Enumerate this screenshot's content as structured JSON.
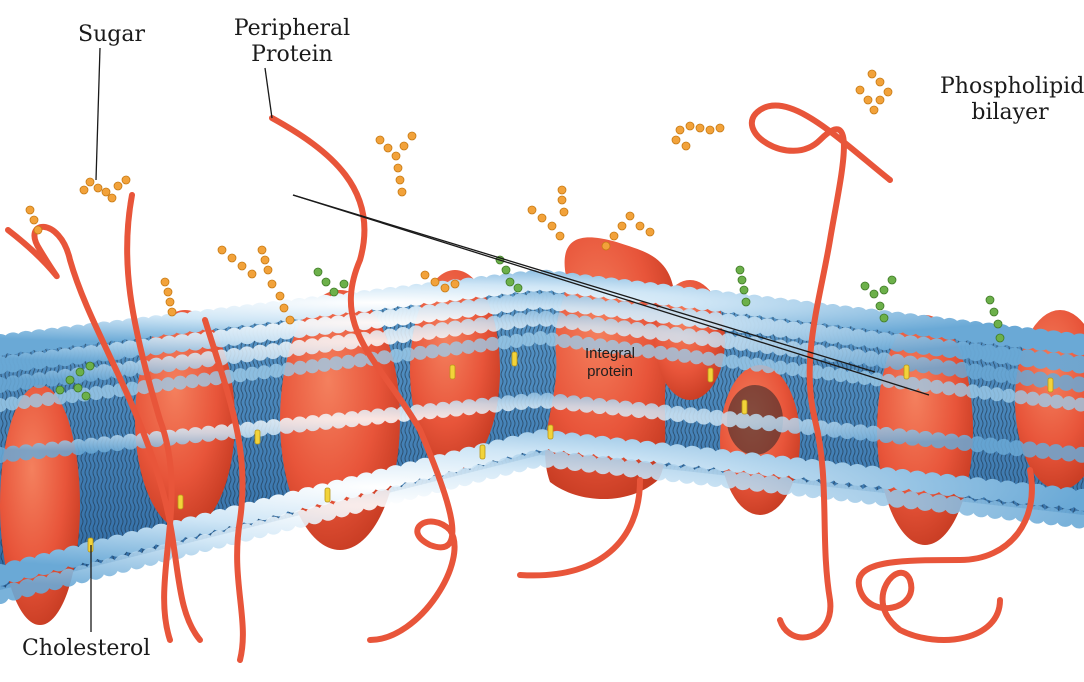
{
  "diagram": {
    "labels": {
      "sugar": "Sugar",
      "peripheral_protein_line1": "Peripheral",
      "peripheral_protein_line2": "Protein",
      "phospholipid_line1": "Phospholipid",
      "phospholipid_line2": "bilayer",
      "cholesterol": "Cholesterol",
      "integral_line1": "Integral",
      "integral_line2": "protein"
    },
    "colors": {
      "protein": "#e8553a",
      "protein_dark": "#c63b22",
      "head_light": "#d8ecf8",
      "head_mid": "#8cc4e6",
      "bilayer_core": "#3f7fb7",
      "tail": "#1b2a3a",
      "sugar_orange": "#f2a23a",
      "sugar_green": "#6cb04a",
      "cholesterol": "#f2d33a"
    }
  }
}
